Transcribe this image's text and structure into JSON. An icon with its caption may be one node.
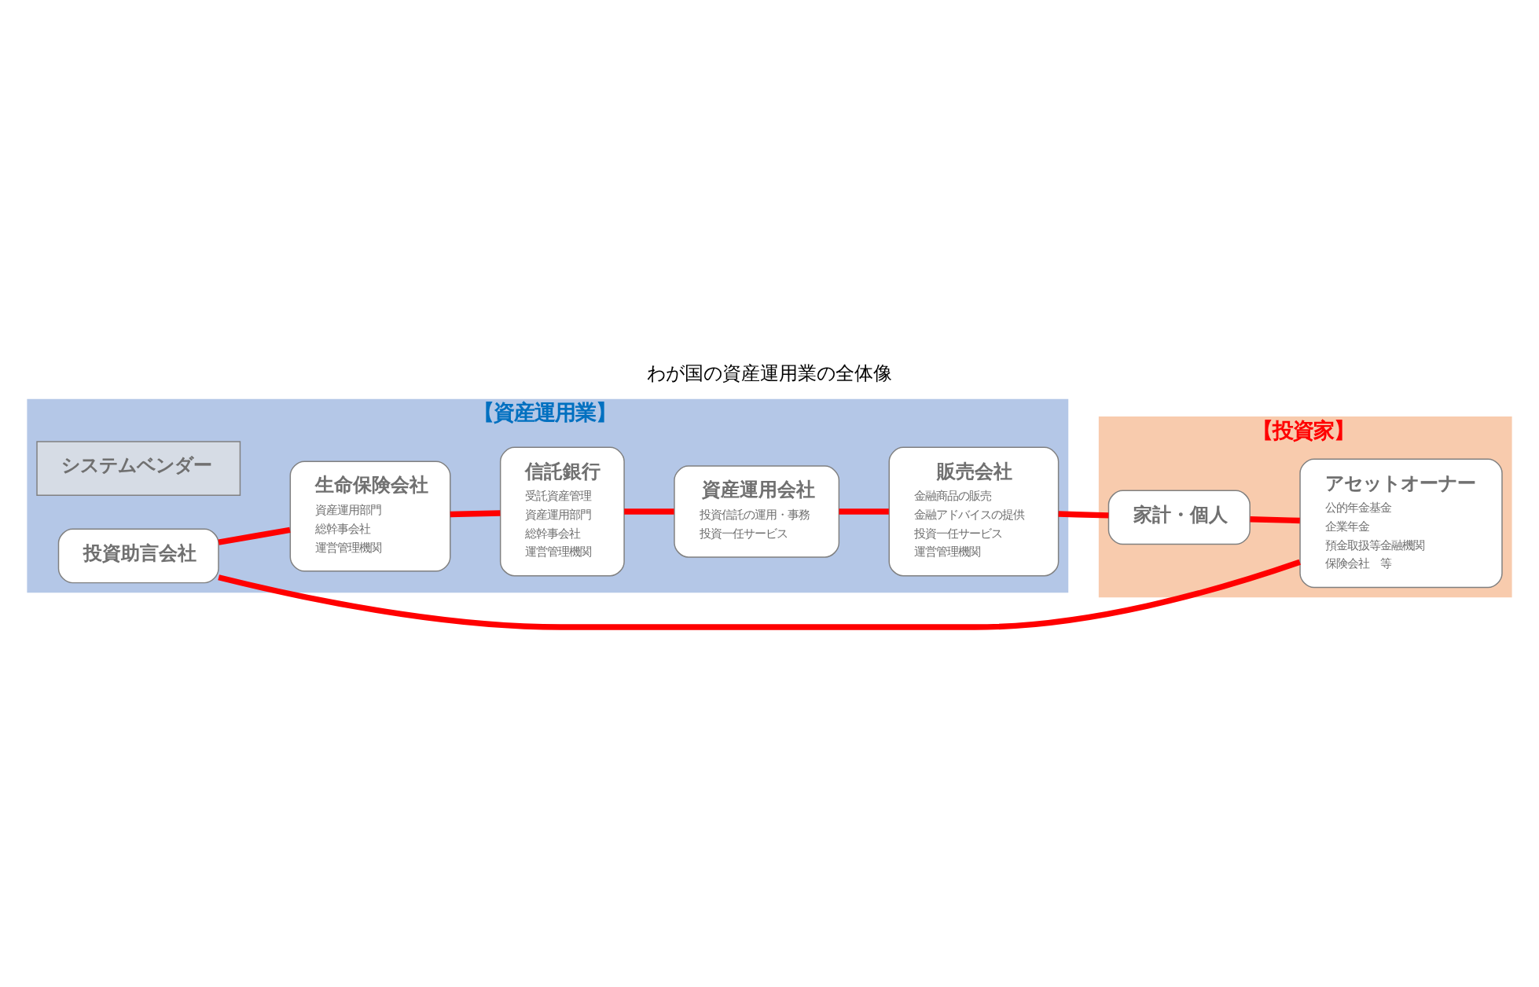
{
  "diagram": {
    "title": "わが国の資産運用業の全体像",
    "nodes": [
      {
        "text": [
          "【資産運用業】"
        ]
      },
      {
        "text": [
          "資産運用会社",
          "投資信託の運用・事務",
          "投資一任サービス"
        ],
        "in": 0
      },
      {
        "text": [
          "信託銀行",
          "受託資産管理",
          "資産運用部門",
          "総幹事会社",
          "運営管理機関"
        ],
        "in": 0
      },
      {
        "text": [
          "生命保険会社",
          "資産運用部門",
          "総幹事会社",
          "運営管理機関"
        ],
        "in": 0
      },
      {
        "text": [
          "システムベンダー"
        ],
        "in": 0
      },
      {
        "text": [
          "販売会社",
          "金融商品の販売",
          "金融アドバイスの提供",
          "投資一任サービス",
          "運営管理機関"
        ],
        "in": 0
      },
      {
        "text": [
          "投資助言会社"
        ],
        "in": 0
      },
      {
        "text": [
          "【投資家】"
        ]
      },
      {
        "text": [
          "家計・個人"
        ],
        "in": 7
      },
      {
        "text": [
          "アセットオーナー",
          "公的年金基金",
          "企業年金",
          "預金取扱等金融機関",
          "保険会社　等"
        ],
        "in": 7
      }
    ],
    "edges": [
      {
        "from": 1,
        "to": 5,
        "arrow": "none"
      },
      {
        "from": 5,
        "to": 8,
        "arrow": "none"
      },
      {
        "from": 8,
        "to": 9,
        "arrow": "none"
      },
      {
        "from": 9,
        "to": 6,
        "arrow": "none"
      },
      {
        "from": 6,
        "to": 3,
        "arrow": "none"
      },
      {
        "from": 3,
        "to": 2,
        "arrow": "none"
      },
      {
        "from": 2,
        "to": 1,
        "arrow": "none"
      }
    ]
  }
}
